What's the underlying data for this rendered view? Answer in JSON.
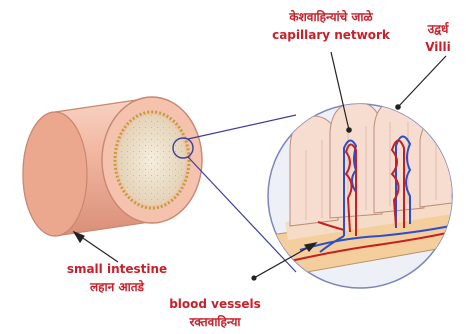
{
  "labels": {
    "capillary_network_mr": "केशवाहिन्यांचे जाळे",
    "capillary_network_en": "capillary network",
    "villi_mr": "उद्वर्ध",
    "villi_en": "Villi",
    "small_intestine_en": "small intestine",
    "small_intestine_mr": "लहान आतडे",
    "blood_vessels_en": "blood vessels",
    "blood_vessels_mr": "रक्तवाहिन्या"
  },
  "colors": {
    "label_text": "#c8202a",
    "intestine_outer": "#f2b9a4",
    "intestine_lumen": "#efe3cf",
    "lumen_ring": "#c9b45a",
    "artery": "#c51f1f",
    "vein": "#2b4fc8",
    "villus_fill": "#f6dccd",
    "zoom_circle": "#e8ecf7"
  }
}
